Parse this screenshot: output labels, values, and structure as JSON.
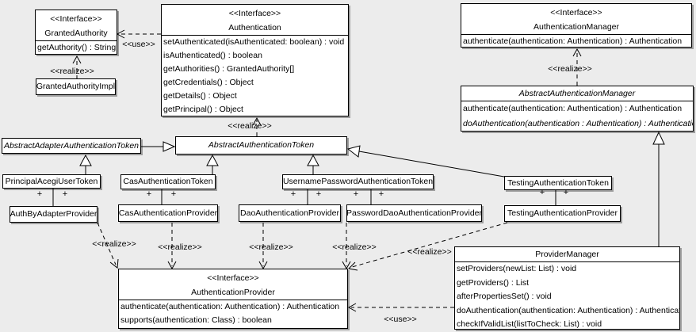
{
  "labels": {
    "interface_stereotype": "<<Interface>>",
    "realize": "<<realize>>",
    "use": "<<use>>",
    "plus": "+"
  },
  "classes": {
    "granted_authority": {
      "stereotype": "<<Interface>>",
      "name": "GrantedAuthority",
      "methods": [
        "getAuthority() : String"
      ]
    },
    "granted_authority_impl": {
      "name": "GrantedAuthorityImpl"
    },
    "authentication": {
      "stereotype": "<<Interface>>",
      "name": "Authentication",
      "methods": [
        "setAuthenticated(isAuthenticated: boolean) : void",
        "isAuthenticated() : boolean",
        "getAuthorities() : GrantedAuthority[]",
        "getCredentials() : Object",
        "getDetails() : Object",
        "getPrincipal() : Object"
      ]
    },
    "authentication_manager": {
      "stereotype": "<<Interface>>",
      "name": "AuthenticationManager",
      "methods": [
        "authenticate(authentication: Authentication) : Authentication"
      ]
    },
    "abstract_authentication_manager": {
      "name": "AbstractAuthenticationManager",
      "abstract": true,
      "methods": [
        "authenticate(authentication: Authentication) : Authentication",
        "doAuthentication(authentication : Authentication) : Authentication"
      ]
    },
    "abstract_adapter_authentication_token": {
      "name": "AbstractAdapterAuthenticationToken",
      "abstract": true
    },
    "abstract_authentication_token": {
      "name": "AbstractAuthenticationToken",
      "abstract": true
    },
    "principal_acegi_user_token": {
      "name": "PrincipalAcegiUserToken"
    },
    "cas_authentication_token": {
      "name": "CasAuthenticationToken"
    },
    "username_password_authentication_token": {
      "name": "UsernamePasswordAuthenticationToken"
    },
    "testing_authentication_token": {
      "name": "TestingAuthenticationToken"
    },
    "auth_by_adapter_provider": {
      "name": "AuthByAdapterProvider"
    },
    "cas_authentication_provider": {
      "name": "CasAuthenticationProvider"
    },
    "dao_authentication_provider": {
      "name": "DaoAuthenticationProvider"
    },
    "password_dao_authentication_provider": {
      "name": "PasswordDaoAuthenticationProvider"
    },
    "testing_authentication_provider": {
      "name": "TestingAuthenticationProvider"
    },
    "authentication_provider": {
      "stereotype": "<<Interface>>",
      "name": "AuthenticationProvider",
      "methods": [
        "authenticate(authentication: Authentication) : Authentication",
        "supports(authentication: Class) : boolean"
      ]
    },
    "provider_manager": {
      "name": "ProviderManager",
      "methods": [
        "setProviders(newList: List) : void",
        "getProviders() : List",
        "afterPropertiesSet() : void",
        "doAuthentication(authentication: Authentication) : Authentication",
        "checkIfValidList(listToCheck: List) : void"
      ]
    }
  },
  "relationships": [
    {
      "type": "use",
      "from": "Authentication",
      "to": "GrantedAuthority"
    },
    {
      "type": "realize",
      "from": "GrantedAuthorityImpl",
      "to": "GrantedAuthority"
    },
    {
      "type": "realize",
      "from": "AbstractAuthenticationToken",
      "to": "Authentication"
    },
    {
      "type": "realize",
      "from": "AbstractAuthenticationManager",
      "to": "AuthenticationManager"
    },
    {
      "type": "generalize",
      "from": "AbstractAdapterAuthenticationToken",
      "to": "AbstractAuthenticationToken"
    },
    {
      "type": "generalize",
      "from": "PrincipalAcegiUserToken",
      "to": "AbstractAdapterAuthenticationToken"
    },
    {
      "type": "generalize",
      "from": "CasAuthenticationToken",
      "to": "AbstractAuthenticationToken"
    },
    {
      "type": "generalize",
      "from": "UsernamePasswordAuthenticationToken",
      "to": "AbstractAuthenticationToken"
    },
    {
      "type": "generalize",
      "from": "TestingAuthenticationToken",
      "to": "AbstractAuthenticationToken"
    },
    {
      "type": "generalize",
      "from": "ProviderManager",
      "to": "AbstractAuthenticationManager"
    },
    {
      "type": "association",
      "from": "PrincipalAcegiUserToken",
      "to": "AuthByAdapterProvider"
    },
    {
      "type": "association",
      "from": "CasAuthenticationToken",
      "to": "CasAuthenticationProvider"
    },
    {
      "type": "association",
      "from": "UsernamePasswordAuthenticationToken",
      "to": "DaoAuthenticationProvider"
    },
    {
      "type": "association",
      "from": "UsernamePasswordAuthenticationToken",
      "to": "PasswordDaoAuthenticationProvider"
    },
    {
      "type": "association",
      "from": "TestingAuthenticationToken",
      "to": "TestingAuthenticationProvider"
    },
    {
      "type": "realize",
      "from": "AuthByAdapterProvider",
      "to": "AuthenticationProvider"
    },
    {
      "type": "realize",
      "from": "CasAuthenticationProvider",
      "to": "AuthenticationProvider"
    },
    {
      "type": "realize",
      "from": "DaoAuthenticationProvider",
      "to": "AuthenticationProvider"
    },
    {
      "type": "realize",
      "from": "PasswordDaoAuthenticationProvider",
      "to": "AuthenticationProvider"
    },
    {
      "type": "realize",
      "from": "TestingAuthenticationProvider",
      "to": "AuthenticationProvider"
    },
    {
      "type": "use",
      "from": "ProviderManager",
      "to": "AuthenticationProvider"
    }
  ],
  "colors": {
    "background": "#ececec",
    "box_fill": "#ffffff",
    "line": "#000000",
    "shadow": "#9e9e9e"
  }
}
